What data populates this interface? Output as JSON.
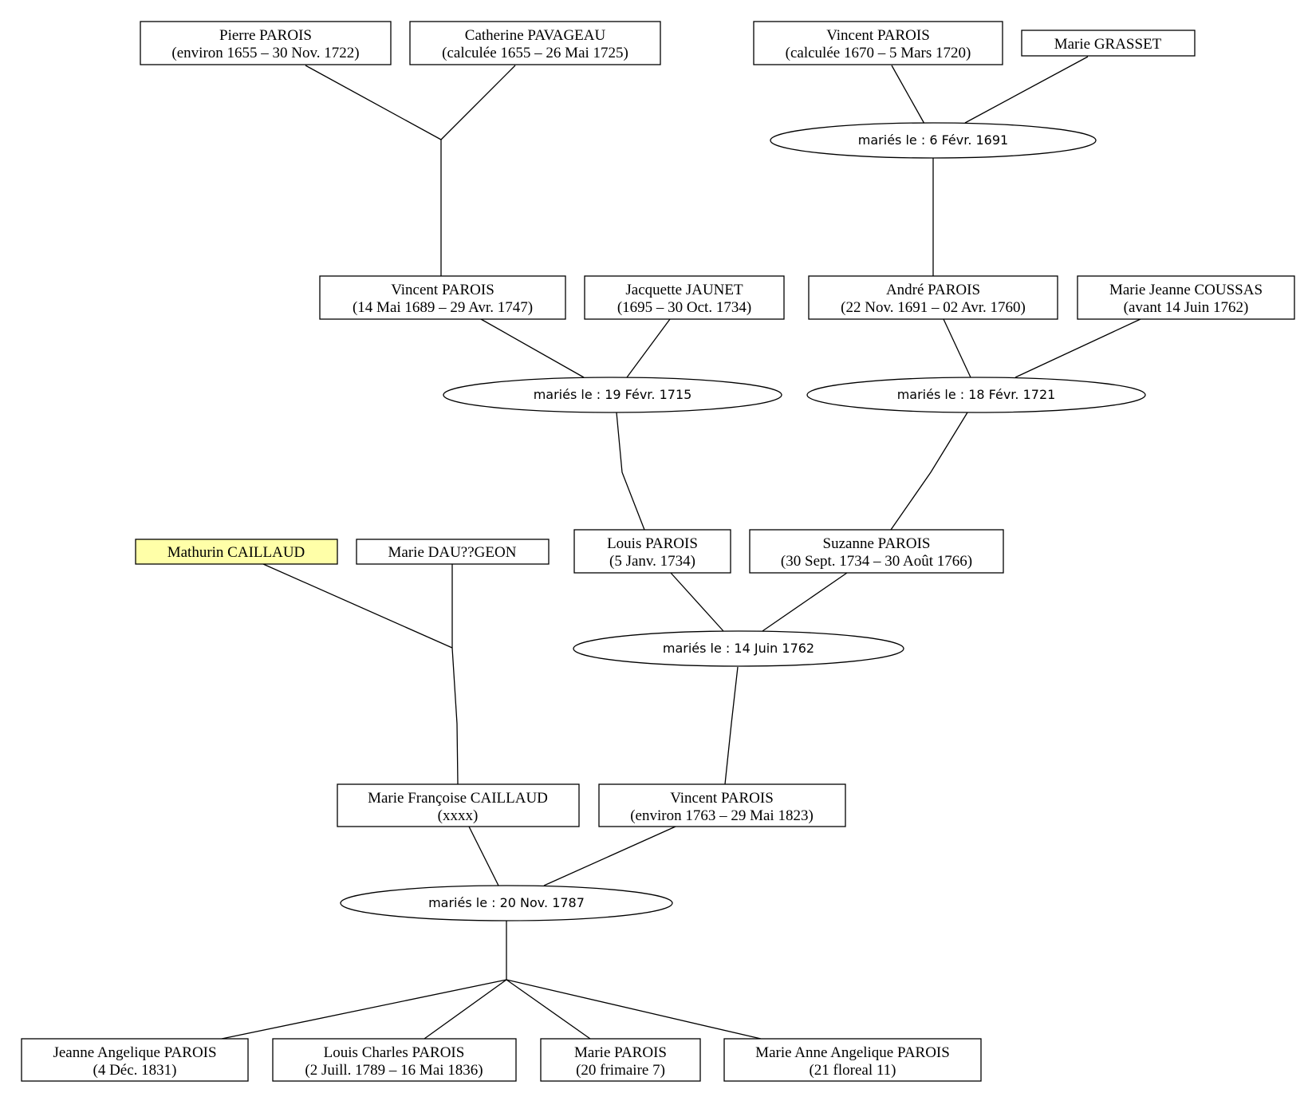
{
  "persons": {
    "pierre": {
      "name": "Pierre PAROIS",
      "dates": "(environ 1655 – 30 Nov. 1722)"
    },
    "catherine": {
      "name": "Catherine PAVAGEAU",
      "dates": "(calculée 1655 – 26 Mai 1725)"
    },
    "vincent_1670": {
      "name": "Vincent PAROIS",
      "dates": "(calculée 1670 – 5 Mars 1720)"
    },
    "marie_grasset": {
      "name": "Marie GRASSET",
      "dates": ""
    },
    "vincent_1689": {
      "name": "Vincent PAROIS",
      "dates": "(14 Mai 1689 – 29 Avr. 1747)"
    },
    "jacquette": {
      "name": "Jacquette JAUNET",
      "dates": "(1695 – 30 Oct. 1734)"
    },
    "andre": {
      "name": "André PAROIS",
      "dates": "(22 Nov. 1691 – 02 Avr. 1760)"
    },
    "marie_jeanne": {
      "name": "Marie Jeanne COUSSAS",
      "dates": "(avant 14 Juin 1762)"
    },
    "mathurin": {
      "name": "Mathurin CAILLAUD",
      "dates": ""
    },
    "marie_dau": {
      "name": "Marie DAU??GEON",
      "dates": ""
    },
    "louis": {
      "name": "Louis PAROIS",
      "dates": "(5 Janv. 1734)"
    },
    "suzanne": {
      "name": "Suzanne PAROIS",
      "dates": "(30 Sept. 1734 – 30 Août 1766)"
    },
    "marie_francoise": {
      "name": "Marie Françoise CAILLAUD",
      "dates": "(xxxx)"
    },
    "vincent_1763": {
      "name": "Vincent PAROIS",
      "dates": "(environ 1763 – 29 Mai 1823)"
    },
    "jeanne_angelique": {
      "name": "Jeanne Angelique PAROIS",
      "dates": "(4 Déc. 1831)"
    },
    "louis_charles": {
      "name": "Louis Charles PAROIS",
      "dates": "(2 Juill. 1789 – 16 Mai 1836)"
    },
    "marie_parois": {
      "name": "Marie PAROIS",
      "dates": "(20 frimaire 7)"
    },
    "marie_anne": {
      "name": "Marie Anne Angelique PAROIS",
      "dates": "(21 floreal 11)"
    }
  },
  "unions": {
    "u1691": {
      "label": "mariés le : 6 Févr. 1691"
    },
    "u1715": {
      "label": "mariés le : 19 Févr. 1715"
    },
    "u1721": {
      "label": "mariés le : 18 Févr. 1721"
    },
    "u1762": {
      "label": "mariés le : 14 Juin 1762"
    },
    "u1787": {
      "label": "mariés le : 20 Nov. 1787"
    }
  },
  "colors": {
    "highlight": "#ffffa8",
    "line": "#000000",
    "box_fill": "#ffffff"
  }
}
